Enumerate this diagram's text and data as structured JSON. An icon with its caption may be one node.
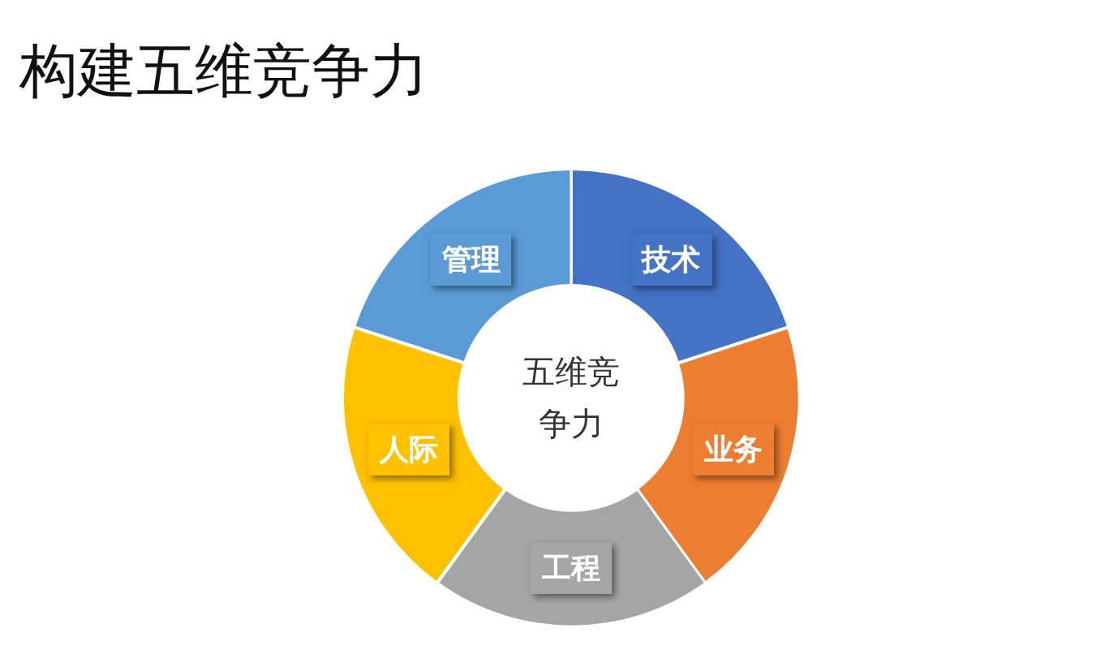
{
  "diagram": {
    "title": "构建五维竞争力",
    "nodes": [
      {
        "text": [
          "五维竞争力"
        ]
      },
      {
        "text": [
          "技术"
        ]
      },
      {
        "text": [
          "业务"
        ]
      },
      {
        "text": [
          "工程"
        ]
      },
      {
        "text": [
          "人际"
        ]
      },
      {
        "text": [
          "管理"
        ]
      }
    ]
  }
}
